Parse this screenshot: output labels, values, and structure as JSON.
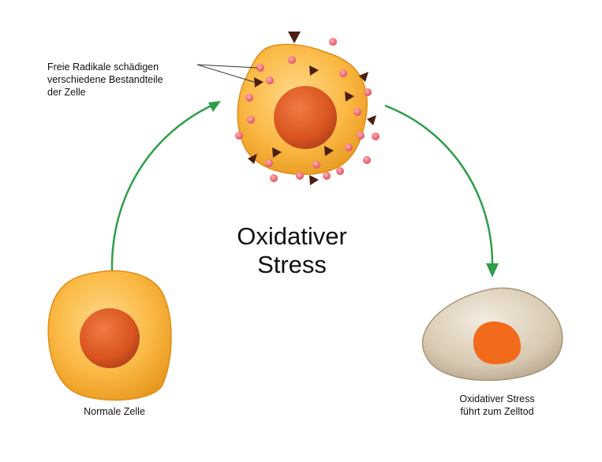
{
  "labels": {
    "radicals_line1": "Freie Radikale schädigen",
    "radicals_line2": "verschiedene Bestandteile",
    "radicals_line3": "der Zelle",
    "normal_cell": "Normale Zelle",
    "death_line1": "Oxidativer Stress",
    "death_line2": "führt zum Zelltod"
  },
  "title": {
    "line1": "Oxidativer",
    "line2": "Stress"
  },
  "colors": {
    "arrow": "#2e9e48",
    "cell_fill": "#f8b43e",
    "nucleus": "#d9541e",
    "dead_cell": "#d8c9b2",
    "dead_nucleus": "#f26a1b",
    "radical_dot": "#e85a66",
    "radical_triangle": "#4a1f10"
  }
}
